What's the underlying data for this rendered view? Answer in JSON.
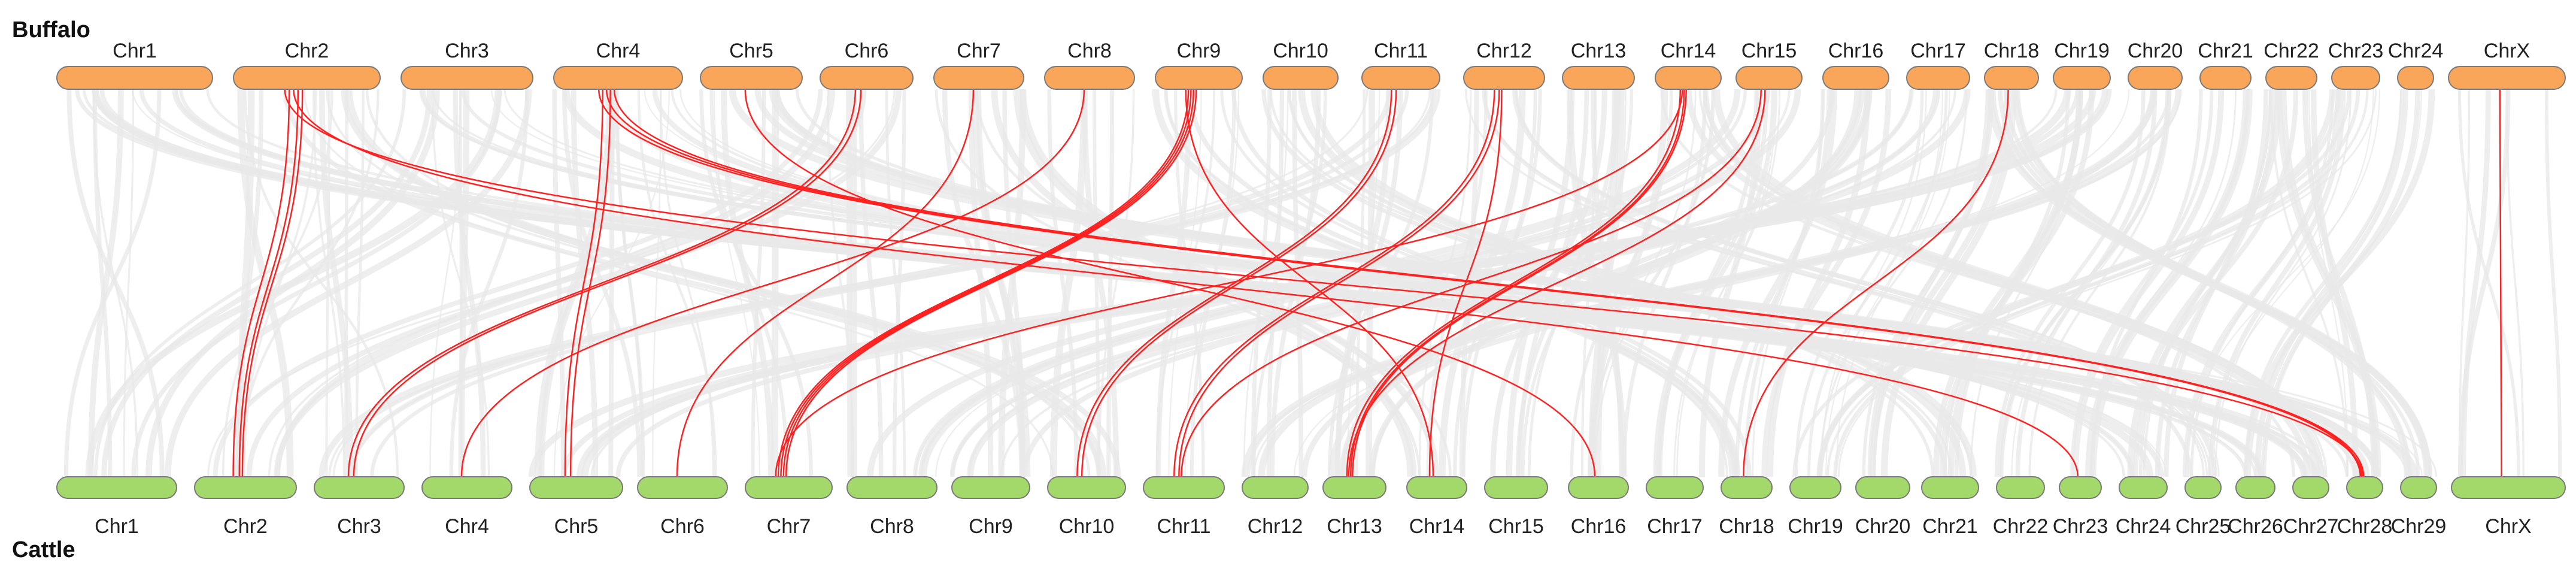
{
  "genomes": {
    "top": {
      "name": "Buffalo",
      "color": "#f9a65a",
      "chromosomes": [
        "Chr1",
        "Chr2",
        "Chr3",
        "Chr4",
        "Chr5",
        "Chr6",
        "Chr7",
        "Chr8",
        "Chr9",
        "Chr10",
        "Chr11",
        "Chr12",
        "Chr13",
        "Chr14",
        "Chr15",
        "Chr16",
        "Chr17",
        "Chr18",
        "Chr19",
        "Chr20",
        "Chr21",
        "Chr22",
        "Chr23",
        "Chr24",
        "ChrX"
      ]
    },
    "bottom": {
      "name": "Cattle",
      "color": "#a3d86a",
      "chromosomes": [
        "Chr1",
        "Chr2",
        "Chr3",
        "Chr4",
        "Chr5",
        "Chr6",
        "Chr7",
        "Chr8",
        "Chr9",
        "Chr10",
        "Chr11",
        "Chr12",
        "Chr13",
        "Chr14",
        "Chr15",
        "Chr16",
        "Chr17",
        "Chr18",
        "Chr19",
        "Chr20",
        "Chr21",
        "Chr22",
        "Chr23",
        "Chr24",
        "Chr25",
        "Chr26",
        "Chr27",
        "Chr28",
        "Chr29",
        "ChrX"
      ]
    }
  },
  "colors": {
    "background_links": "#e8e8e8",
    "highlight_links": "#ff2020",
    "bar_outline": "#7a7a7a"
  },
  "background_links": [
    [
      "Chr1",
      "Chr1"
    ],
    [
      "Chr2",
      "Chr2"
    ],
    [
      "Chr2",
      "Chr3"
    ],
    [
      "Chr3",
      "Chr4"
    ],
    [
      "Chr3",
      "Chr1"
    ],
    [
      "Chr4",
      "Chr5"
    ],
    [
      "Chr4",
      "Chr6"
    ],
    [
      "Chr5",
      "Chr7"
    ],
    [
      "Chr6",
      "Chr8"
    ],
    [
      "Chr7",
      "Chr9"
    ],
    [
      "Chr8",
      "Chr10"
    ],
    [
      "Chr9",
      "Chr11"
    ],
    [
      "Chr10",
      "Chr12"
    ],
    [
      "Chr11",
      "Chr13"
    ],
    [
      "Chr12",
      "Chr14"
    ],
    [
      "Chr13",
      "Chr15"
    ],
    [
      "Chr14",
      "Chr16"
    ],
    [
      "Chr15",
      "Chr17"
    ],
    [
      "Chr16",
      "Chr18"
    ],
    [
      "Chr17",
      "Chr19"
    ],
    [
      "Chr18",
      "Chr20"
    ],
    [
      "Chr19",
      "Chr21"
    ],
    [
      "Chr20",
      "Chr22"
    ],
    [
      "Chr21",
      "Chr23"
    ],
    [
      "Chr22",
      "Chr24"
    ],
    [
      "Chr23",
      "Chr25"
    ],
    [
      "Chr24",
      "Chr26"
    ],
    [
      "Chr1",
      "Chr27"
    ],
    [
      "Chr5",
      "Chr28"
    ],
    [
      "Chr3",
      "Chr29"
    ],
    [
      "ChrX",
      "ChrX"
    ],
    [
      "Chr2",
      "Chr10"
    ],
    [
      "Chr4",
      "Chr24"
    ],
    [
      "Chr6",
      "Chr2"
    ],
    [
      "Chr9",
      "Chr18"
    ],
    [
      "Chr11",
      "Chr3"
    ],
    [
      "Chr14",
      "Chr27"
    ],
    [
      "Chr16",
      "Chr13"
    ],
    [
      "Chr18",
      "Chr29"
    ],
    [
      "Chr20",
      "Chr12"
    ],
    [
      "Chr1",
      "Chr26"
    ],
    [
      "Chr7",
      "Chr14"
    ],
    [
      "Chr10",
      "Chr21"
    ],
    [
      "Chr12",
      "Chr25"
    ],
    [
      "Chr13",
      "Chr16"
    ],
    [
      "Chr15",
      "Chr8"
    ],
    [
      "Chr17",
      "Chr9"
    ],
    [
      "Chr19",
      "Chr5"
    ],
    [
      "Chr22",
      "Chr28"
    ],
    [
      "Chr23",
      "Chr19"
    ]
  ],
  "highlight_links": [
    [
      "Chr2",
      "Chr2"
    ],
    [
      "Chr2",
      "Chr2"
    ],
    [
      "Chr2",
      "Chr2"
    ],
    [
      "Chr2",
      "Chr23"
    ],
    [
      "Chr2",
      "Chr28"
    ],
    [
      "Chr4",
      "Chr5"
    ],
    [
      "Chr4",
      "Chr5"
    ],
    [
      "Chr4",
      "Chr28"
    ],
    [
      "Chr4",
      "Chr28"
    ],
    [
      "Chr4",
      "Chr28"
    ],
    [
      "Chr5",
      "Chr16"
    ],
    [
      "Chr6",
      "Chr3"
    ],
    [
      "Chr6",
      "Chr3"
    ],
    [
      "Chr7",
      "Chr6"
    ],
    [
      "Chr8",
      "Chr4"
    ],
    [
      "Chr9",
      "Chr7"
    ],
    [
      "Chr9",
      "Chr7"
    ],
    [
      "Chr9",
      "Chr7"
    ],
    [
      "Chr9",
      "Chr7"
    ],
    [
      "Chr9",
      "Chr14"
    ],
    [
      "Chr11",
      "Chr10"
    ],
    [
      "Chr11",
      "Chr10"
    ],
    [
      "Chr12",
      "Chr11"
    ],
    [
      "Chr12",
      "Chr11"
    ],
    [
      "Chr12",
      "Chr14"
    ],
    [
      "Chr14",
      "Chr13"
    ],
    [
      "Chr14",
      "Chr13"
    ],
    [
      "Chr14",
      "Chr13"
    ],
    [
      "Chr14",
      "Chr7"
    ],
    [
      "Chr15",
      "Chr13"
    ],
    [
      "Chr15",
      "Chr11"
    ],
    [
      "Chr18",
      "Chr18"
    ],
    [
      "ChrX",
      "ChrX"
    ]
  ]
}
